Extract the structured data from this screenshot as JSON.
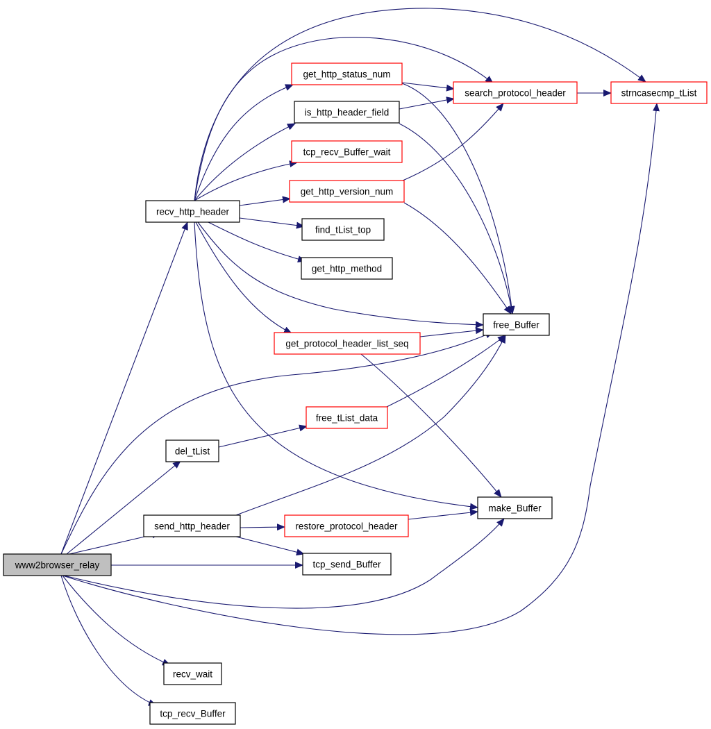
{
  "colors": {
    "edge": "#191970",
    "border_default": "#000000",
    "border_external": "#ff0000",
    "fill_default": "#ffffff",
    "fill_root": "#bfbfbf"
  },
  "graph": {
    "root": "www2browser_relay",
    "nodes": [
      {
        "id": "www2browser_relay",
        "label": "www2browser_relay",
        "style": "root"
      },
      {
        "id": "recv_http_header",
        "label": "recv_http_header",
        "style": "default"
      },
      {
        "id": "del_tList",
        "label": "del_tList",
        "style": "default"
      },
      {
        "id": "send_http_header",
        "label": "send_http_header",
        "style": "default"
      },
      {
        "id": "tcp_send_Buffer",
        "label": "tcp_send_Buffer",
        "style": "default"
      },
      {
        "id": "recv_wait",
        "label": "recv_wait",
        "style": "default"
      },
      {
        "id": "tcp_recv_Buffer",
        "label": "tcp_recv_Buffer",
        "style": "default"
      },
      {
        "id": "get_http_status_num",
        "label": "get_http_status_num",
        "style": "external"
      },
      {
        "id": "is_http_header_field",
        "label": "is_http_header_field",
        "style": "default"
      },
      {
        "id": "tcp_recv_Buffer_wait",
        "label": "tcp_recv_Buffer_wait",
        "style": "external"
      },
      {
        "id": "get_http_version_num",
        "label": "get_http_version_num",
        "style": "external"
      },
      {
        "id": "find_tList_top",
        "label": "find_tList_top",
        "style": "default"
      },
      {
        "id": "get_http_method",
        "label": "get_http_method",
        "style": "default"
      },
      {
        "id": "get_protocol_header_list_seq",
        "label": "get_protocol_header_list_seq",
        "style": "external"
      },
      {
        "id": "free_tList_data",
        "label": "free_tList_data",
        "style": "external"
      },
      {
        "id": "restore_protocol_header",
        "label": "restore_protocol_header",
        "style": "external"
      },
      {
        "id": "search_protocol_header",
        "label": "search_protocol_header",
        "style": "external"
      },
      {
        "id": "strncasecmp_tList",
        "label": "strncasecmp_tList",
        "style": "external"
      },
      {
        "id": "free_Buffer",
        "label": "free_Buffer",
        "style": "default"
      },
      {
        "id": "make_Buffer",
        "label": "make_Buffer",
        "style": "default"
      }
    ],
    "edges": [
      {
        "from": "www2browser_relay",
        "to": "recv_http_header"
      },
      {
        "from": "www2browser_relay",
        "to": "free_Buffer"
      },
      {
        "from": "www2browser_relay",
        "to": "del_tList"
      },
      {
        "from": "www2browser_relay",
        "to": "send_http_header"
      },
      {
        "from": "www2browser_relay",
        "to": "tcp_send_Buffer"
      },
      {
        "from": "www2browser_relay",
        "to": "make_Buffer"
      },
      {
        "from": "www2browser_relay",
        "to": "strncasecmp_tList"
      },
      {
        "from": "www2browser_relay",
        "to": "recv_wait"
      },
      {
        "from": "www2browser_relay",
        "to": "tcp_recv_Buffer"
      },
      {
        "from": "recv_http_header",
        "to": "strncasecmp_tList"
      },
      {
        "from": "recv_http_header",
        "to": "search_protocol_header"
      },
      {
        "from": "recv_http_header",
        "to": "get_http_status_num"
      },
      {
        "from": "recv_http_header",
        "to": "is_http_header_field"
      },
      {
        "from": "recv_http_header",
        "to": "tcp_recv_Buffer_wait"
      },
      {
        "from": "recv_http_header",
        "to": "get_http_version_num"
      },
      {
        "from": "recv_http_header",
        "to": "find_tList_top"
      },
      {
        "from": "recv_http_header",
        "to": "get_http_method"
      },
      {
        "from": "recv_http_header",
        "to": "free_Buffer"
      },
      {
        "from": "recv_http_header",
        "to": "get_protocol_header_list_seq"
      },
      {
        "from": "recv_http_header",
        "to": "make_Buffer"
      },
      {
        "from": "get_http_status_num",
        "to": "search_protocol_header"
      },
      {
        "from": "get_http_status_num",
        "to": "free_Buffer"
      },
      {
        "from": "is_http_header_field",
        "to": "search_protocol_header"
      },
      {
        "from": "is_http_header_field",
        "to": "free_Buffer"
      },
      {
        "from": "get_http_version_num",
        "to": "search_protocol_header"
      },
      {
        "from": "get_http_version_num",
        "to": "free_Buffer"
      },
      {
        "from": "get_protocol_header_list_seq",
        "to": "free_Buffer"
      },
      {
        "from": "get_protocol_header_list_seq",
        "to": "make_Buffer"
      },
      {
        "from": "del_tList",
        "to": "free_tList_data"
      },
      {
        "from": "free_tList_data",
        "to": "free_Buffer"
      },
      {
        "from": "send_http_header",
        "to": "free_Buffer"
      },
      {
        "from": "send_http_header",
        "to": "restore_protocol_header"
      },
      {
        "from": "send_http_header",
        "to": "tcp_send_Buffer"
      },
      {
        "from": "restore_protocol_header",
        "to": "make_Buffer"
      },
      {
        "from": "search_protocol_header",
        "to": "strncasecmp_tList"
      }
    ]
  }
}
